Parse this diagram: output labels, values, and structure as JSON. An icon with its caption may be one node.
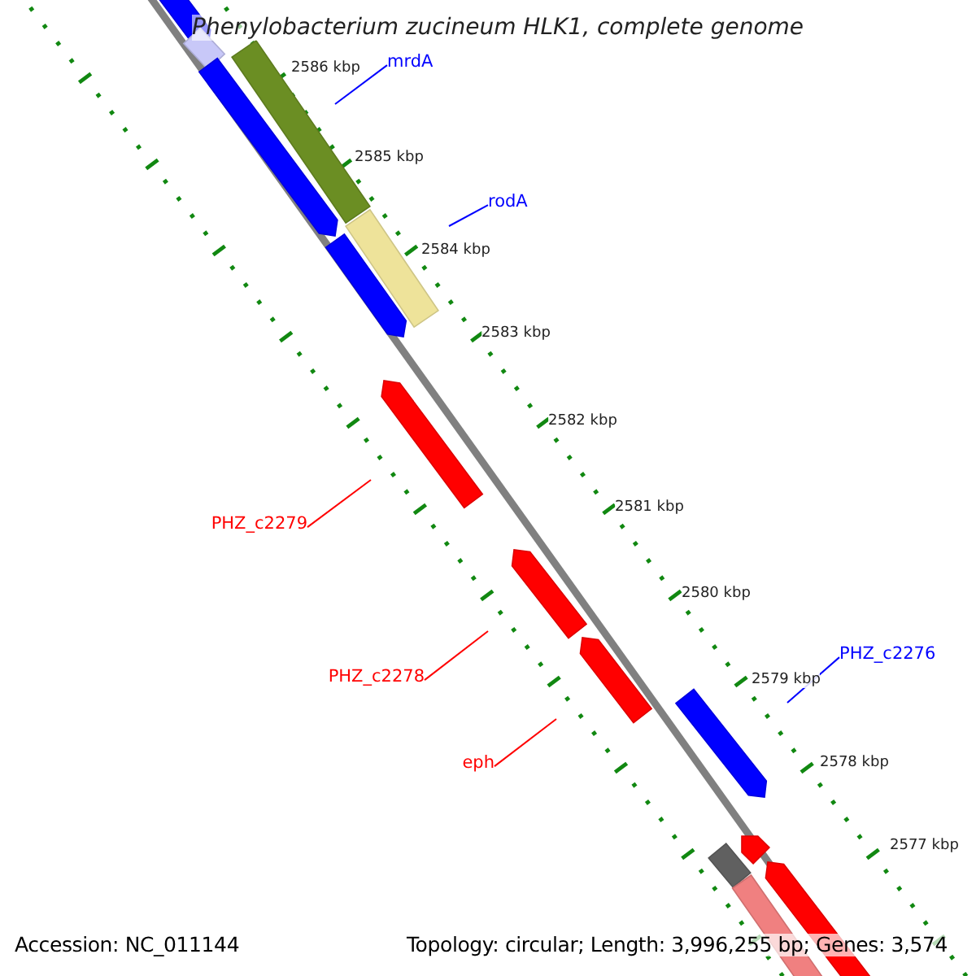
{
  "diagram": {
    "title": "Phenylobacterium zucineum HLK1, complete genome",
    "nodes": [
      {
        "text": [
          "mrdA"
        ]
      },
      {
        "text": [
          "rodA"
        ]
      },
      {
        "text": [
          "PHZ_c2279"
        ]
      },
      {
        "text": [
          "PHZ_c2278"
        ]
      },
      {
        "text": [
          "eph"
        ]
      },
      {
        "text": [
          "PHZ_c2276"
        ]
      }
    ],
    "edges": [
      {
        "from": 0,
        "to": null,
        "arrow": "none",
        "color": "#0000ff"
      },
      {
        "from": 1,
        "to": null,
        "arrow": "none",
        "color": "#0000ff"
      },
      {
        "from": 2,
        "to": null,
        "arrow": "none",
        "color": "#ff0000"
      },
      {
        "from": 3,
        "to": null,
        "arrow": "none",
        "color": "#ff0000"
      },
      {
        "from": 4,
        "to": null,
        "arrow": "none",
        "color": "#ff0000"
      },
      {
        "from": 5,
        "to": null,
        "arrow": "none",
        "color": "#0000ff"
      }
    ],
    "labels": [
      "2586 kbp",
      "2585 kbp",
      "2584 kbp",
      "2583 kbp",
      "2582 kbp",
      "2581 kbp",
      "2580 kbp",
      "2579 kbp",
      "2578 kbp",
      "2577 kbp",
      "Accession: NC_011144",
      "Topology: circular; Length: 3,996,255 bp; Genes: 3,574"
    ]
  }
}
